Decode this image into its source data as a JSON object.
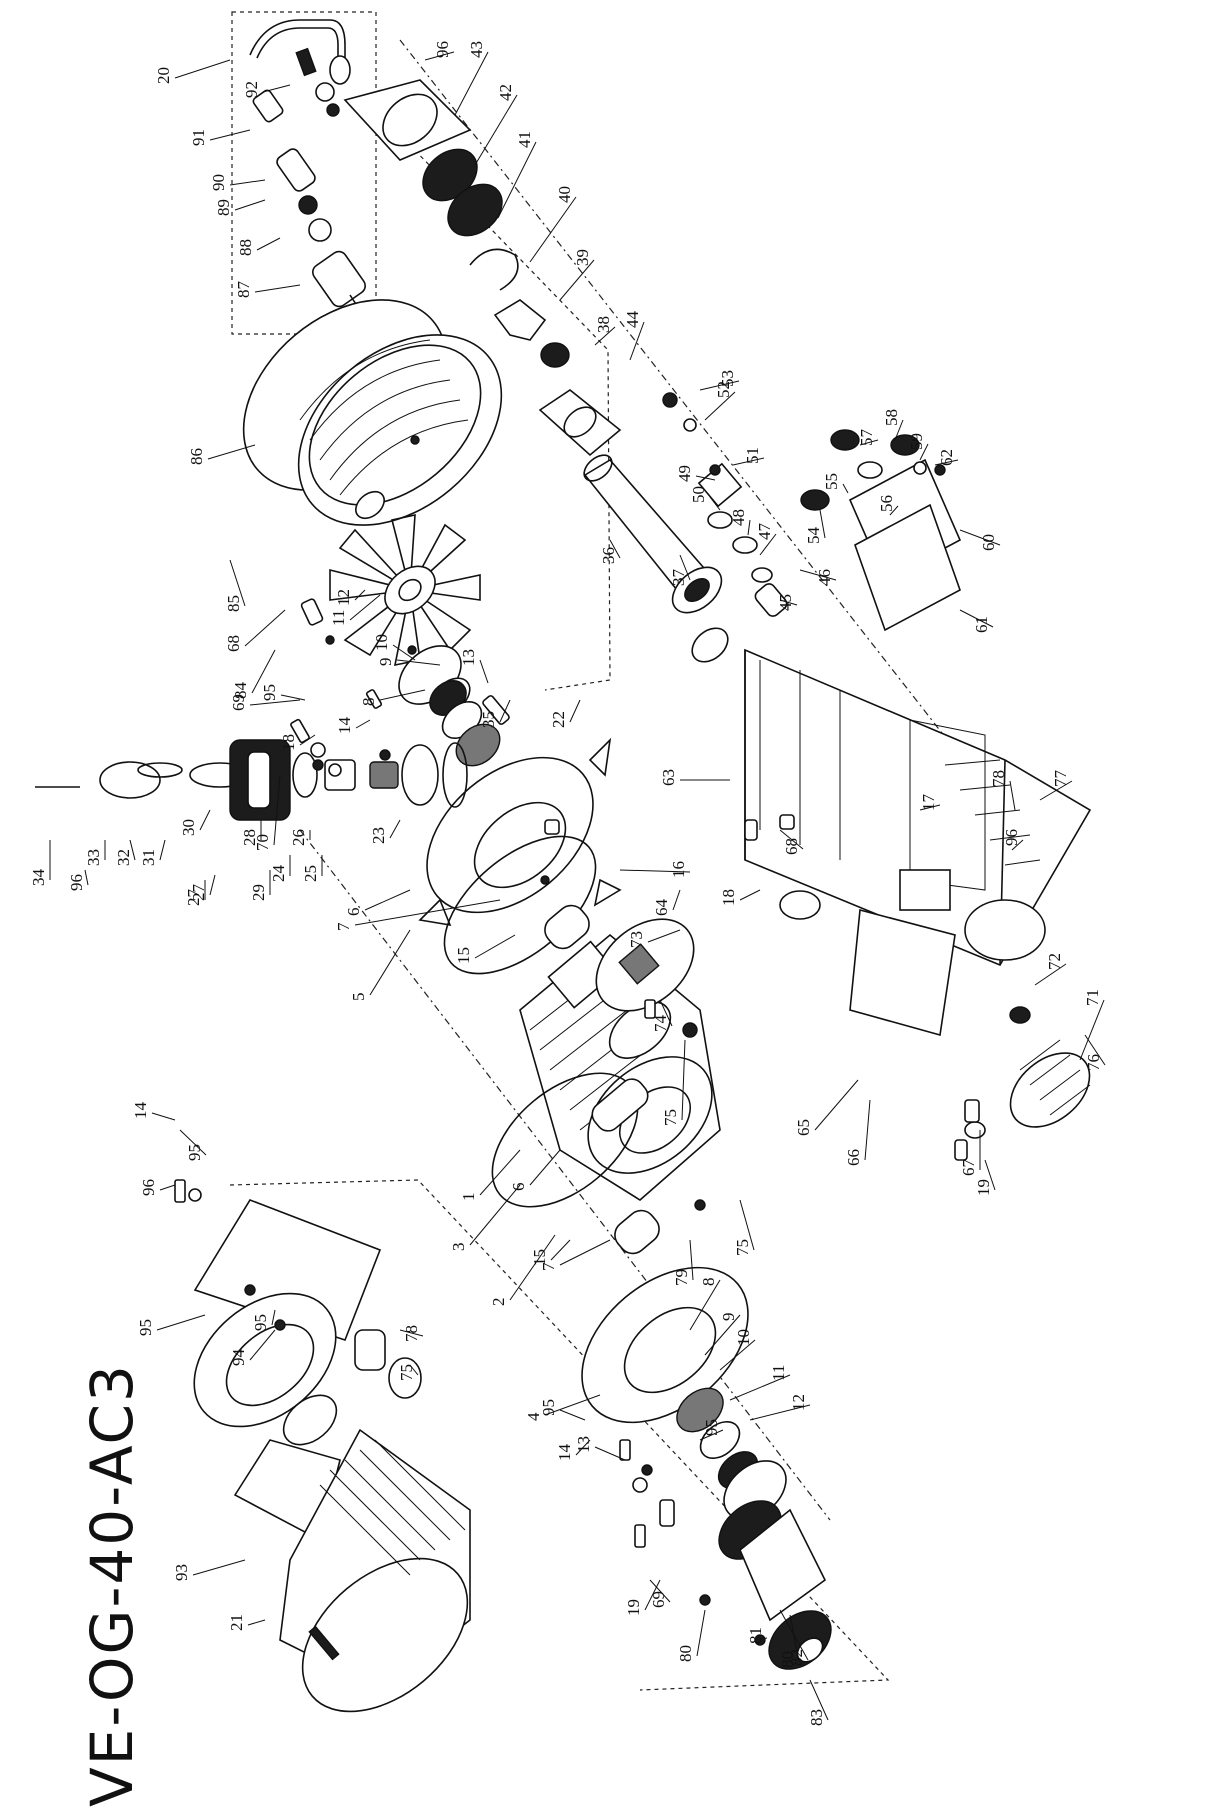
{
  "drawing": {
    "model_title": "VE-OG-40-AC3",
    "callouts": [
      "1",
      "2",
      "3",
      "4",
      "5",
      "6",
      "6",
      "7",
      "7",
      "8",
      "8",
      "9",
      "9",
      "10",
      "10",
      "11",
      "11",
      "12",
      "12",
      "13",
      "13",
      "14",
      "14",
      "14",
      "15",
      "15",
      "16",
      "17",
      "18",
      "18",
      "19",
      "19",
      "20",
      "21",
      "22",
      "23",
      "24",
      "25",
      "26",
      "27",
      "27",
      "28",
      "29",
      "30",
      "31",
      "32",
      "33",
      "34",
      "35",
      "36",
      "37",
      "38",
      "39",
      "40",
      "41",
      "42",
      "43",
      "44",
      "45",
      "46",
      "47",
      "48",
      "49",
      "50",
      "51",
      "52",
      "53",
      "54",
      "55",
      "56",
      "57",
      "58",
      "59",
      "60",
      "61",
      "62",
      "63",
      "64",
      "65",
      "66",
      "67",
      "68",
      "68",
      "69",
      "69",
      "70",
      "71",
      "72",
      "73",
      "74",
      "75",
      "75",
      "75",
      "76",
      "77",
      "78",
      "78",
      "79",
      "80",
      "80",
      "81",
      "82",
      "83",
      "84",
      "85",
      "86",
      "87",
      "88",
      "89",
      "90",
      "91",
      "92",
      "93",
      "94",
      "95",
      "95",
      "95",
      "95",
      "95",
      "95",
      "96",
      "96",
      "96",
      "96"
    ]
  }
}
